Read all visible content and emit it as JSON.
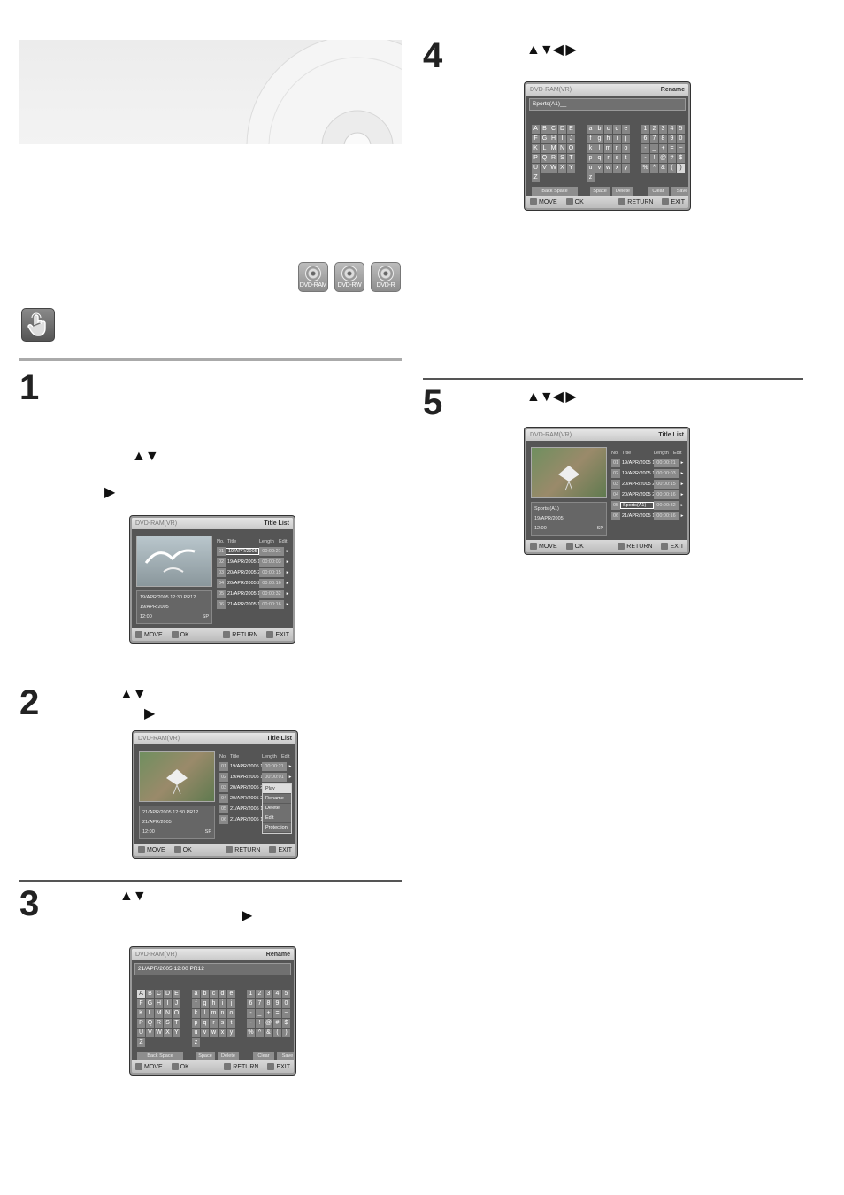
{
  "badges": [
    {
      "label": "DVD-RAM"
    },
    {
      "label": "DVD-RW"
    },
    {
      "label": "DVD-R"
    }
  ],
  "steps": {
    "s1": {
      "num": "1",
      "arrows1": "▲▼",
      "arrows2": "▶"
    },
    "s2": {
      "num": "2",
      "arrows1": "▲▼",
      "arrows2": "▶"
    },
    "s3": {
      "num": "3",
      "arrows1": "▲▼",
      "arrows2": "▶"
    },
    "s4": {
      "num": "4",
      "arrows1": "▲▼◀ ▶"
    },
    "s5": {
      "num": "5",
      "arrows1": "▲▼◀ ▶"
    }
  },
  "screens": {
    "model": "DVD-RAM(VR)",
    "title_list": "Title List",
    "rename": "Rename",
    "move": "MOVE",
    "ok": "OK",
    "return": "RETURN",
    "exit": "EXIT",
    "col_no": "No.",
    "col_title": "Title",
    "col_length": "Length",
    "col_edit": "Edit",
    "s1_rows": [
      {
        "no": "01",
        "title": "19/APR/2005 1",
        "len": "00:00:21"
      },
      {
        "no": "02",
        "title": "19/APR/2005 1",
        "len": "00:00:03"
      },
      {
        "no": "03",
        "title": "20/APR/2005 2",
        "len": "00:00:15"
      },
      {
        "no": "04",
        "title": "20/APR/2005 2",
        "len": "00:00:16"
      },
      {
        "no": "05",
        "title": "21/APR/2005 1",
        "len": "00:00:32"
      },
      {
        "no": "06",
        "title": "21/APR/2005 1",
        "len": "00:00:16"
      }
    ],
    "s1_info": {
      "line1": "19/APR/2005 12:30 PR12",
      "line2": "19/APR/2005",
      "line3": "12:00",
      "mode": "SP"
    },
    "s2_rows": [
      {
        "no": "01",
        "title": "19/APR/2005 1",
        "len": "00:00:21"
      },
      {
        "no": "02",
        "title": "19/APR/2005 1",
        "len": "00:00:01"
      },
      {
        "no": "03",
        "title": "20/APR/2005 2",
        "len": ""
      },
      {
        "no": "04",
        "title": "20/APR/2005 2",
        "len": ""
      },
      {
        "no": "05",
        "title": "21/APR/2005 1",
        "len": ""
      },
      {
        "no": "06",
        "title": "21/APR/2005 1",
        "len": ""
      }
    ],
    "s2_popup": [
      "Play",
      "Rename",
      "Delete",
      "Edit",
      "Protection"
    ],
    "s2_info": {
      "line1": "21/APR/2005 12:30 PR12",
      "line2": "21/APR/2005",
      "line3": "12:00",
      "mode": "SP"
    },
    "s3_name": "21/APR/2005 12:00 PR12",
    "s4_name": "Sports(A1)__",
    "kb_upper": [
      "A",
      "B",
      "C",
      "D",
      "E",
      "F",
      "G",
      "H",
      "I",
      "J",
      "K",
      "L",
      "M",
      "N",
      "O",
      "P",
      "Q",
      "R",
      "S",
      "T",
      "U",
      "V",
      "W",
      "X",
      "Y",
      "Z"
    ],
    "kb_lower": [
      "a",
      "b",
      "c",
      "d",
      "e",
      "f",
      "g",
      "h",
      "i",
      "j",
      "k",
      "l",
      "m",
      "n",
      "o",
      "p",
      "q",
      "r",
      "s",
      "t",
      "u",
      "v",
      "w",
      "x",
      "y",
      "z"
    ],
    "kb_sym": [
      "1",
      "2",
      "3",
      "4",
      "5",
      "6",
      "7",
      "8",
      "9",
      "0",
      "-",
      "_",
      "+",
      "=",
      "~",
      "-",
      "!",
      "@",
      "#",
      "$",
      "%",
      "^",
      "&",
      "(",
      ")"
    ],
    "kb_backspace": "Back Space",
    "kb_space": "Space",
    "kb_delete": "Delete",
    "kb_clear": "Clear",
    "kb_save": "Save",
    "s5_rows": [
      {
        "no": "01",
        "title": "19/APR/2005 1",
        "len": "00:00:21"
      },
      {
        "no": "02",
        "title": "19/APR/2005 1",
        "len": "00:00:03"
      },
      {
        "no": "03",
        "title": "20/APR/2005 2",
        "len": "00:00:15"
      },
      {
        "no": "04",
        "title": "20/APR/2005 2",
        "len": "00:00:16"
      },
      {
        "no": "05",
        "title": "Sports(A1)",
        "len": "00:00:32"
      },
      {
        "no": "06",
        "title": "21/APR/2005 1",
        "len": "00:00:16"
      }
    ],
    "s5_info": {
      "line1": "Sports (A1)",
      "line2": "19/APR/2005",
      "line3": "12:00",
      "mode": "SP"
    }
  }
}
